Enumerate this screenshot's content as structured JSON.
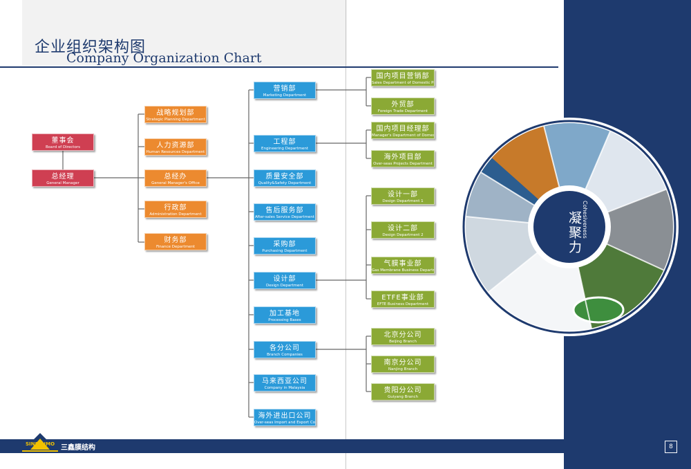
{
  "header": {
    "title_cn": "企业组织架构图",
    "title_en": "Company Organization Chart"
  },
  "chart": {
    "board": {
      "cn": "董事会",
      "en": "Board of Directors"
    },
    "gm": {
      "cn": "总经理",
      "en": "General Manager"
    },
    "left_depts": [
      {
        "cn": "战略规划部",
        "en": "Strategic Planning Department"
      },
      {
        "cn": "人力资源部",
        "en": "Human Resources Department"
      },
      {
        "cn": "总经办",
        "en": "General Manager's Office"
      },
      {
        "cn": "行政部",
        "en": "Administration Department"
      },
      {
        "cn": "财务部",
        "en": "Finance Department"
      }
    ],
    "mid_depts": [
      {
        "cn": "营销部",
        "en": "Marketing Department"
      },
      {
        "cn": "工程部",
        "en": "Engineering Department"
      },
      {
        "cn": "质量安全部",
        "en": "Quality&Safety Department"
      },
      {
        "cn": "售后服务部",
        "en": "After-sales Service Department"
      },
      {
        "cn": "采购部",
        "en": "Purchasing Department"
      },
      {
        "cn": "设计部",
        "en": "Design Department"
      },
      {
        "cn": "加工基地",
        "en": "Processing Bases"
      },
      {
        "cn": "各分公司",
        "en": "Branch Companies"
      },
      {
        "cn": "马来西亚公司",
        "en": "Company in Malaysia"
      },
      {
        "cn": "海外进出口公司",
        "en": "Over-seas Import and Export Corporation"
      }
    ],
    "right_depts": [
      {
        "cn": "国内项目营销部",
        "en": "Sales Department of Domestic Projects"
      },
      {
        "cn": "外贸部",
        "en": "Foreign Trade Department"
      },
      {
        "cn": "国内项目经理部",
        "en": "Manager's Department of Domestic Projects"
      },
      {
        "cn": "海外项目部",
        "en": "Over-seas Projects Department"
      },
      {
        "cn": "设计一部",
        "en": "Design Department 1"
      },
      {
        "cn": "设计二部",
        "en": "Design Department 2"
      },
      {
        "cn": "气膜事业部",
        "en": "Gas Membrane Business Department"
      },
      {
        "cn": "ETFE事业部",
        "en": "EFTE Business Department"
      },
      {
        "cn": "北京分公司",
        "en": "Beijing Branch"
      },
      {
        "cn": "南京分公司",
        "en": "Nanjing Branch"
      },
      {
        "cn": "贵阳分公司",
        "en": "Guiyang Branch"
      }
    ]
  },
  "circle": {
    "slogan_cn": "凝聚力",
    "slogan_en": "Cohesiveness"
  },
  "footer": {
    "brand": "三鑫膜结构",
    "logo_text": "SINSENMO",
    "page": "8"
  },
  "colors": {
    "navy": "#1e3a6e",
    "red": "#cf3f52",
    "orange": "#ec8a2f",
    "blue": "#2b9ad9",
    "green": "#8ba935"
  }
}
